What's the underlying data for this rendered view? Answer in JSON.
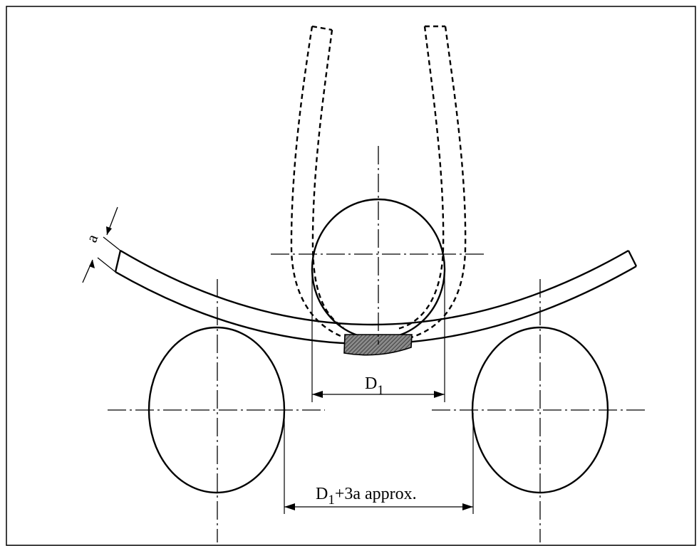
{
  "labels": {
    "thickness": "a",
    "roller_diameter": "D",
    "roller_diameter_sub": "1",
    "gap_prefix": "D",
    "gap_sub": "1",
    "gap_suffix": "+3a approx."
  },
  "colors": {
    "line": "#000000",
    "weld_fill": "#555555",
    "background": "#ffffff"
  }
}
